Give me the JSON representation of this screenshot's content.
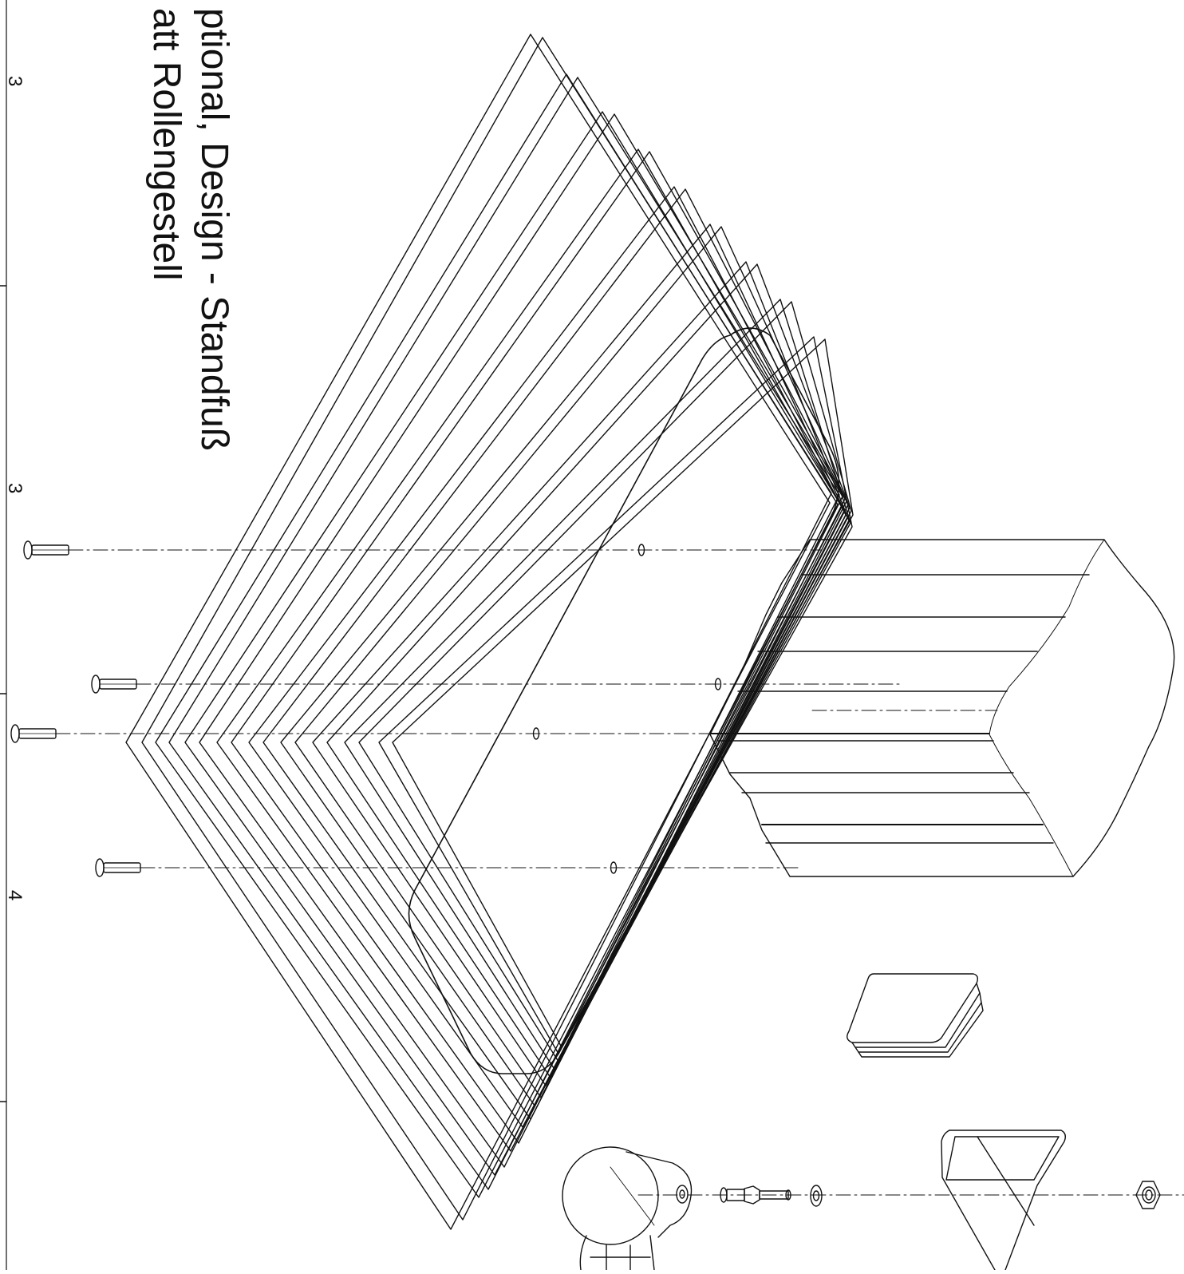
{
  "diagram": {
    "title_lines": [
      "ptional, Design - Standfuß",
      "att Rollengestell"
    ],
    "frame_zone_numbers": [
      "3",
      "3",
      "4"
    ]
  }
}
